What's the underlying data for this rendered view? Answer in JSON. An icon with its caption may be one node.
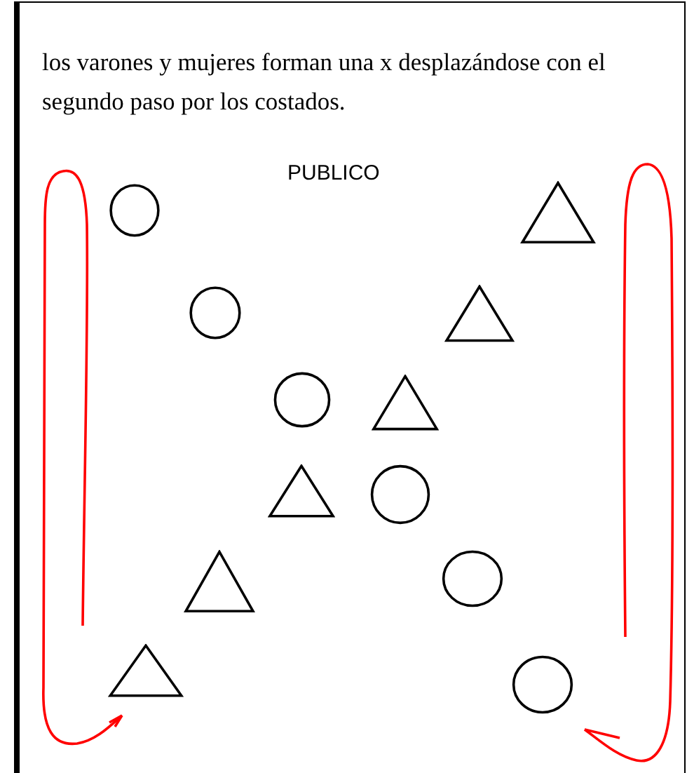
{
  "diagram": {
    "nodes": [
      {
        "text": [],
        "shape": "circle"
      },
      {
        "text": [],
        "shape": "triangle"
      },
      {
        "text": [],
        "shape": "circle"
      },
      {
        "text": [],
        "shape": "triangle"
      },
      {
        "text": [],
        "shape": "circle"
      },
      {
        "text": [],
        "shape": "triangle"
      },
      {
        "text": [],
        "shape": "triangle"
      },
      {
        "text": [],
        "shape": "circle"
      },
      {
        "text": [],
        "shape": "triangle"
      },
      {
        "text": [],
        "shape": "circle"
      },
      {
        "text": [],
        "shape": "triangle"
      },
      {
        "text": [],
        "shape": "circle"
      }
    ],
    "labels": [
      "los varones y mujeres forman una x desplazándose con el segundo paso por los costados.",
      "PUBLICO"
    ]
  }
}
